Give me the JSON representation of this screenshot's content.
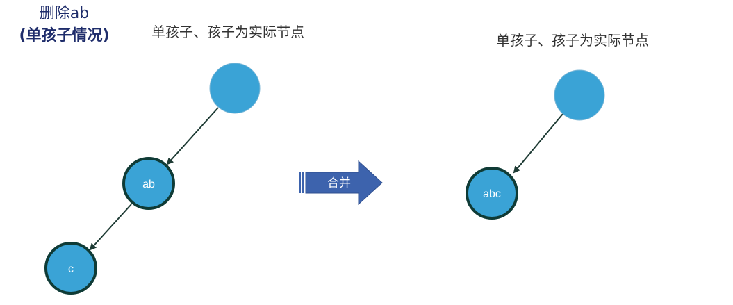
{
  "title": {
    "line1": "删除ab",
    "line2": "(单孩子情况)"
  },
  "left_diagram": {
    "caption": "单孩子、孩子为实际节点",
    "nodes": [
      {
        "id": "root",
        "label": ""
      },
      {
        "id": "ab",
        "label": "ab"
      },
      {
        "id": "c",
        "label": "c"
      }
    ]
  },
  "transform_arrow": {
    "label": "合并"
  },
  "right_diagram": {
    "caption": "单孩子、孩子为实际节点",
    "nodes": [
      {
        "id": "root",
        "label": ""
      },
      {
        "id": "abc",
        "label": "abc"
      }
    ]
  },
  "colors": {
    "node_fill": "#3aa3d6",
    "node_border_dark": "#0f3b36",
    "edge": "#1e3b34",
    "arrow_fill": "#3d63ad",
    "title_text": "#1f2d6b"
  }
}
